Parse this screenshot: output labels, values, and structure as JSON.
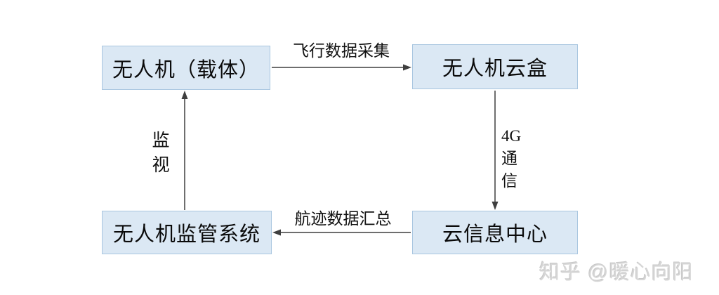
{
  "diagram": {
    "nodes": {
      "drone": {
        "label": "无人机（载体）"
      },
      "cloud_box": {
        "label": "无人机云盒"
      },
      "cloud_info_center": {
        "label": "云信息中心"
      },
      "supervision_system": {
        "label": "无人机监管系统"
      }
    },
    "edges": {
      "flight_data_collection": {
        "label": "飞行数据采集",
        "from": "drone",
        "to": "cloud_box",
        "direction": "right"
      },
      "comm_4g": {
        "label": "4G\n通\n信",
        "from": "cloud_box",
        "to": "cloud_info_center",
        "direction": "down"
      },
      "track_data_summary": {
        "label": "航迹数据汇总",
        "from": "cloud_info_center",
        "to": "supervision_system",
        "direction": "left"
      },
      "surveillance": {
        "label": "监\n视",
        "from": "supervision_system",
        "to": "drone",
        "direction": "up"
      }
    }
  },
  "watermark": {
    "text": "知乎 @暖心向阳"
  },
  "colors": {
    "node_fill": "#dbe8f4",
    "node_border": "#a9c6e0",
    "arrow": "#3f3f3f",
    "text": "#0a0a0a",
    "watermark": "#d6d6d6",
    "background": "#ffffff"
  }
}
